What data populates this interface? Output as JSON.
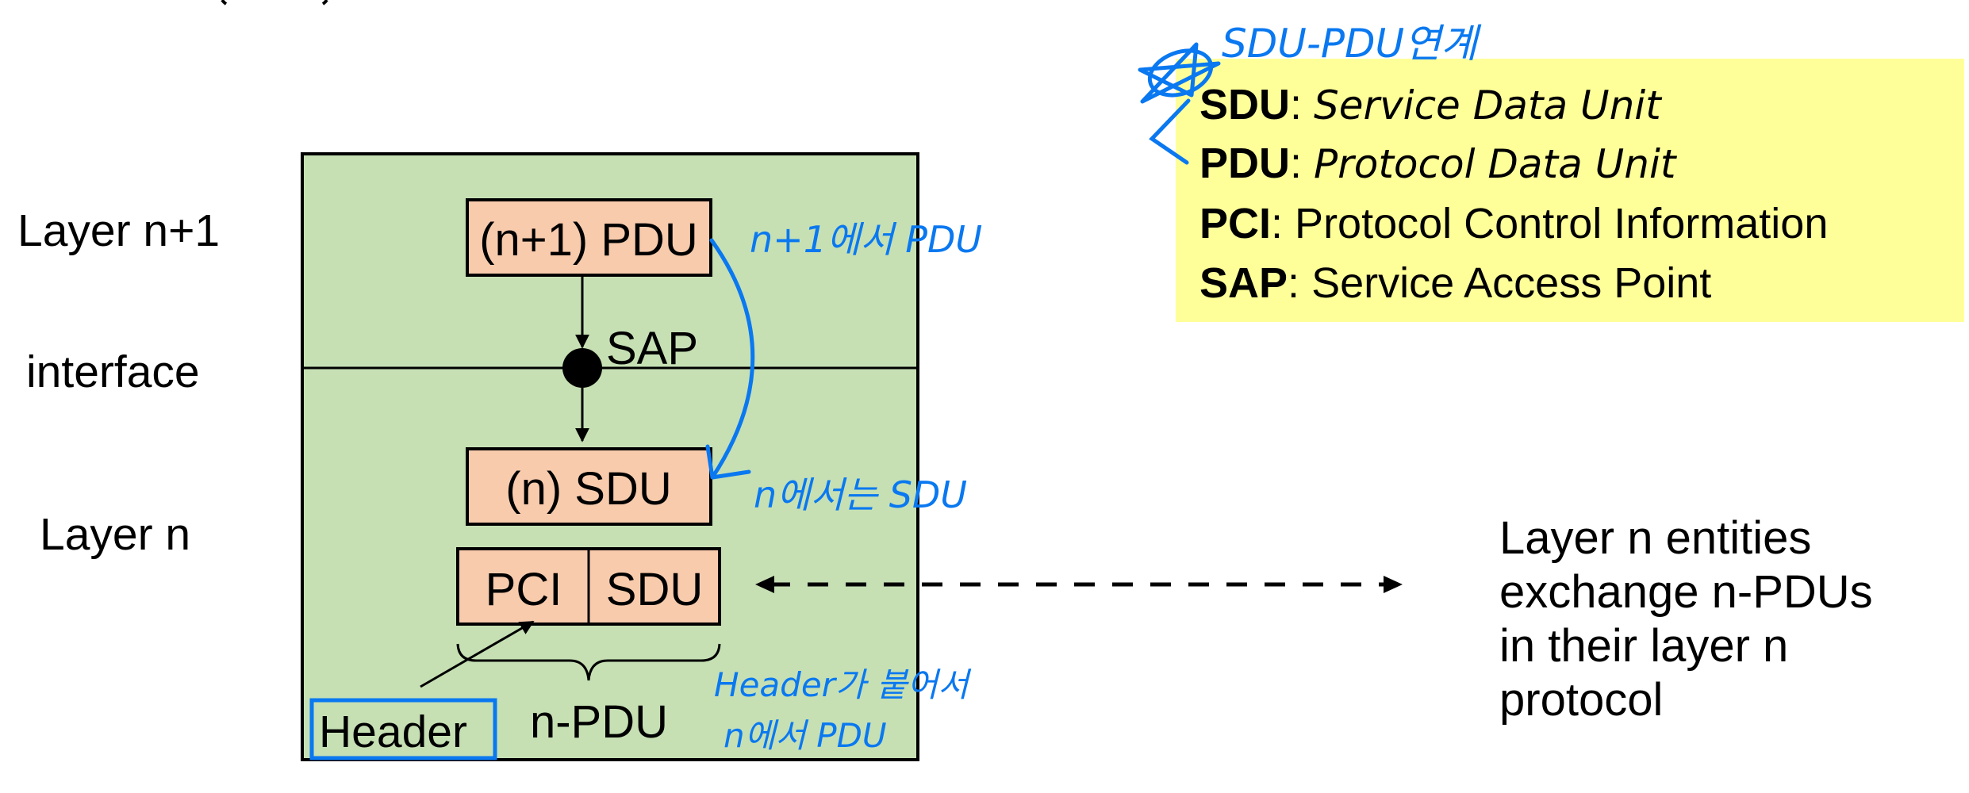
{
  "title_fragment": "( )",
  "left_labels": {
    "layer_upper": "Layer n+1",
    "interface": "interface",
    "layer_lower": "Layer n"
  },
  "diagram": {
    "upper_pdu": "(n+1) PDU",
    "sap": "SAP",
    "lower_sdu": "(n) SDU",
    "pci": "PCI",
    "sdu": "SDU",
    "header": "Header",
    "n_pdu": "n-PDU"
  },
  "right_note": {
    "lines": [
      "Layer n entities",
      "exchange n-PDUs",
      "in their layer n",
      "protocol"
    ]
  },
  "legend": {
    "items": [
      {
        "abbr": "SDU",
        "sep": ": ",
        "text": "Service Data Unit",
        "handwritten": true
      },
      {
        "abbr": "PDU",
        "sep": ": ",
        "text": "Protocol Data Unit",
        "handwritten": true
      },
      {
        "abbr": "PCI",
        "sep": ": ",
        "text": "Protocol Control Information",
        "handwritten": false
      },
      {
        "abbr": "SAP",
        "sep": ": ",
        "text": "Service Access Point",
        "handwritten": false
      }
    ]
  },
  "annotations": {
    "legend_title": "SDU-PDU연계",
    "upper_note": "n+1에서 PDU",
    "lower_note": "n에서는 SDU",
    "header_note_1": "Header가 붙어서",
    "header_note_2": "n에서 PDU"
  },
  "colors": {
    "layer_fill": "#C6E0B4",
    "unit_fill": "#F8CBAD",
    "legend_fill": "#FFFF99",
    "annotation_ink": "#0A78F0"
  }
}
